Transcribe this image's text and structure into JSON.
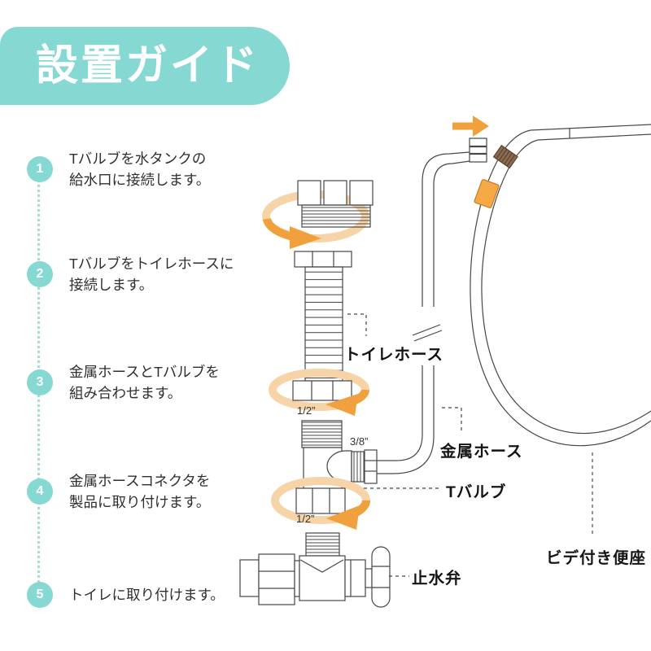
{
  "header": {
    "title": "設置ガイド"
  },
  "steps": [
    {
      "number": "1",
      "text": "Tバルブを水タンクの\n給水口に接続します。"
    },
    {
      "number": "2",
      "text": "Tバルブをトイレホースに\n接続します。"
    },
    {
      "number": "3",
      "text": "金属ホースとTバルブを\n組み合わせます。"
    },
    {
      "number": "4",
      "text": "金属ホースコネクタを\n製品に取り付けます。"
    },
    {
      "number": "5",
      "text": "トイレに取り付けます。"
    }
  ],
  "diagram": {
    "labels": {
      "toilet_hose": "トイレホース",
      "metal_hose": "金属ホース",
      "t_valve": "Tバルブ",
      "stop_valve": "止水弁",
      "bidet_seat": "ビデ付き便座",
      "size_half_top": "1/2”",
      "size_three_eighths": "3/8”",
      "size_half_bottom": "1/2”"
    },
    "icons": {
      "rotation_arrow": "clockwise-rotation-arrow",
      "attach_arrow": "right-arrow"
    }
  },
  "colors": {
    "accent_teal": "#85d9d2",
    "arrow_orange": "#f0a03c",
    "arrow_peach": "#f7d3a8",
    "connector_orange": "#f5a843",
    "fitting_bronze": "#8a6b50",
    "outline_gray": "#474747",
    "text_dark": "#2f2f2f"
  }
}
